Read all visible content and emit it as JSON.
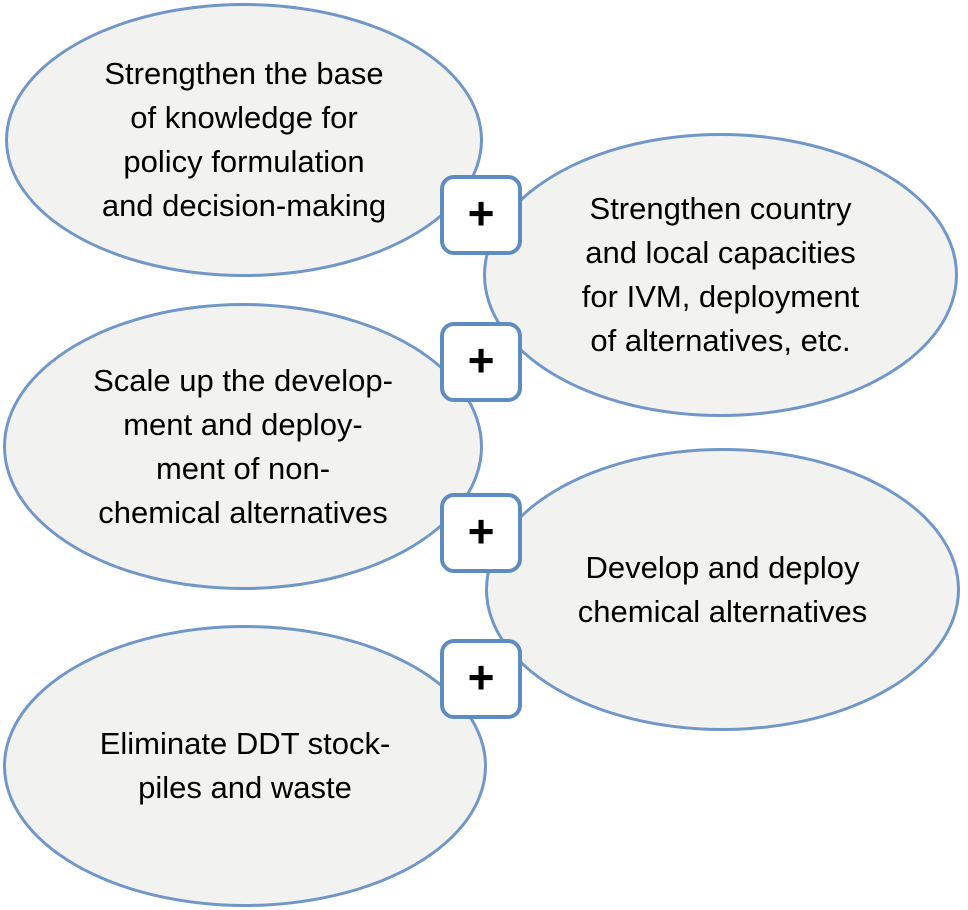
{
  "theme": {
    "background": "#ffffff",
    "ellipse_fill": "#f2f2f1",
    "ellipse_border": "#7097c7",
    "box_fill": "#ffffff",
    "box_border": "#5f8cc0",
    "text_color": "#000000"
  },
  "nodes": [
    {
      "id": "knowledge-base",
      "text": "Strengthen the base\nof knowledge for\npolicy formulation\nand decision-making"
    },
    {
      "id": "country-capacities",
      "text": "Strengthen country\nand local capacities\nfor IVM, deployment\nof alternatives, etc."
    },
    {
      "id": "non-chemical-alternatives",
      "text": "Scale up the develop-\nment and deploy-\nment of non-\nchemical alternatives"
    },
    {
      "id": "chemical-alternatives",
      "text": "Develop and deploy\nchemical alternatives"
    },
    {
      "id": "ddt-stockpiles",
      "text": "Eliminate DDT stock-\npiles and waste"
    }
  ],
  "connectors": [
    {
      "symbol": "+"
    },
    {
      "symbol": "+"
    },
    {
      "symbol": "+"
    },
    {
      "symbol": "+"
    }
  ]
}
